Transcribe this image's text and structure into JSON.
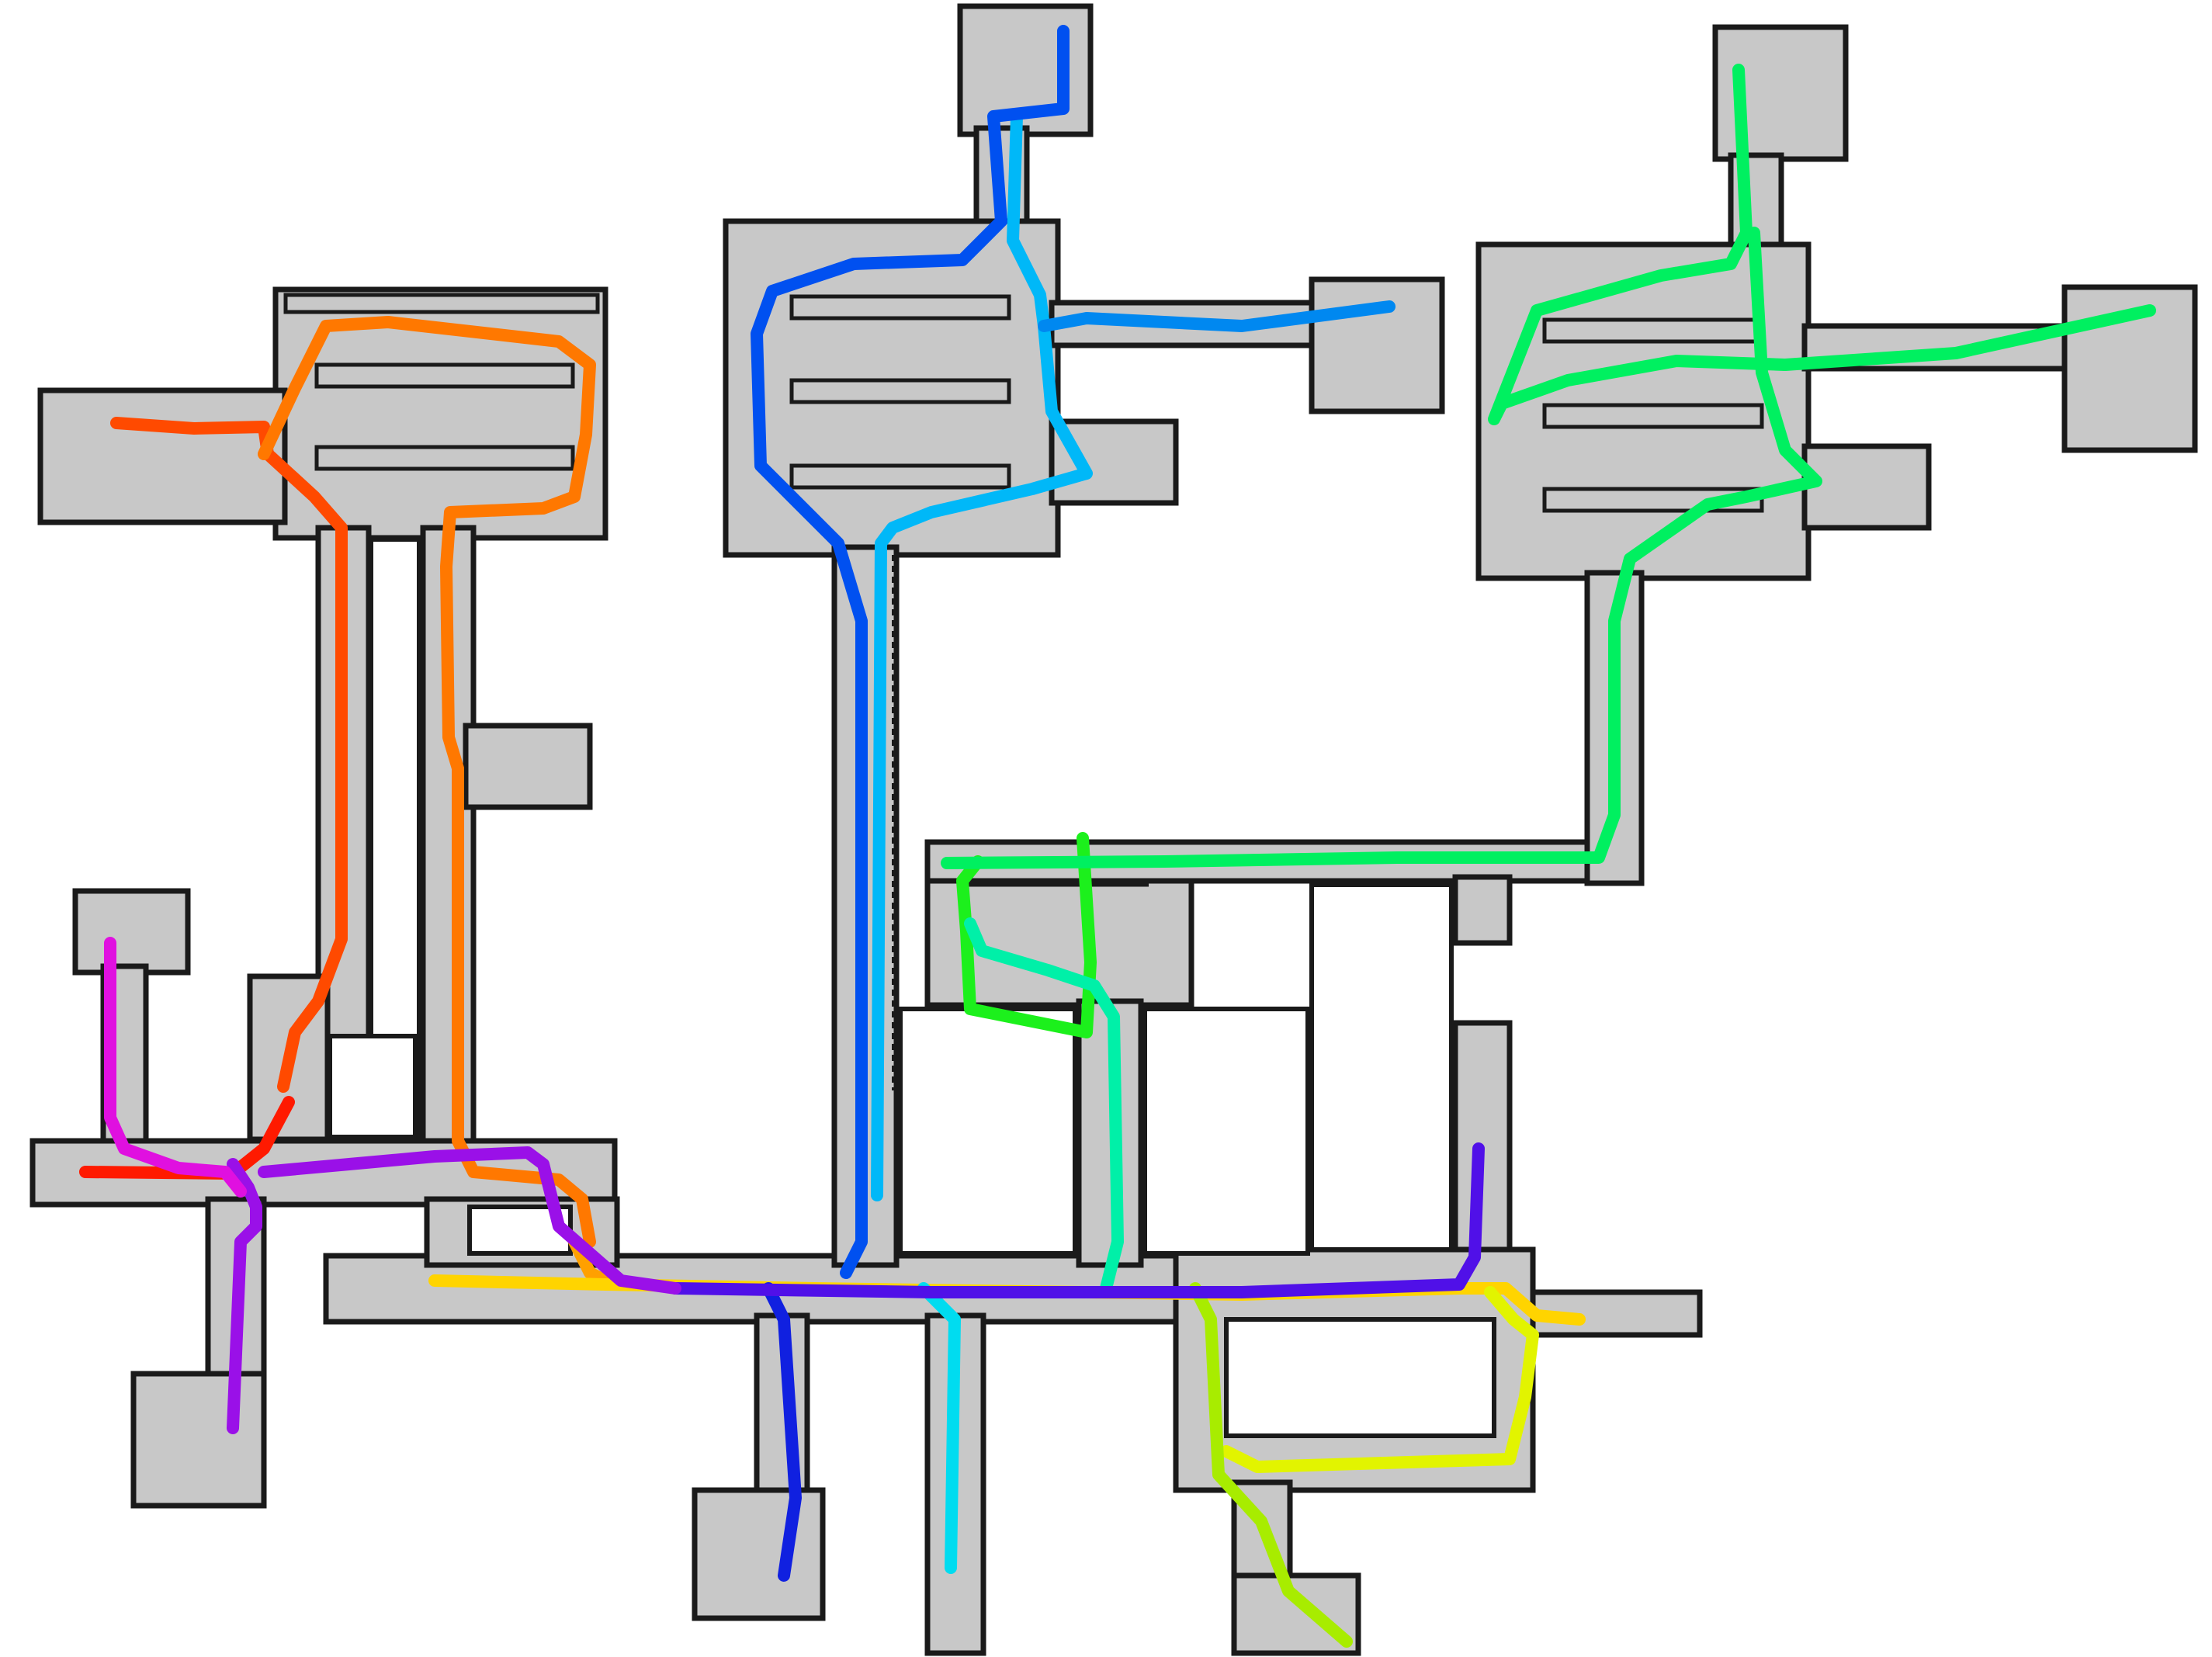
{
  "map": {
    "background": "#ffffff",
    "floor_color": "#c8c8c8",
    "wall_color": "#1a1a1a",
    "trajectory_count": 18
  },
  "trajectories": [
    {
      "id": "red",
      "color": "#ff1a00"
    },
    {
      "id": "red-orange",
      "color": "#ff4a00"
    },
    {
      "id": "orange",
      "color": "#ff7800"
    },
    {
      "id": "amber",
      "color": "#ffa000"
    },
    {
      "id": "yellow",
      "color": "#ffd400"
    },
    {
      "id": "lime",
      "color": "#e2f400"
    },
    {
      "id": "yellow-green",
      "color": "#a8ec00"
    },
    {
      "id": "green",
      "color": "#1cf01c"
    },
    {
      "id": "spring-green",
      "color": "#00f060"
    },
    {
      "id": "aquamarine",
      "color": "#00f0a8"
    },
    {
      "id": "cyan",
      "color": "#00dcf0"
    },
    {
      "id": "sky-blue",
      "color": "#00b8f8"
    },
    {
      "id": "azure",
      "color": "#0088f0"
    },
    {
      "id": "blue",
      "color": "#0050f0"
    },
    {
      "id": "royal-blue",
      "color": "#1020e0"
    },
    {
      "id": "indigo",
      "color": "#5010e8"
    },
    {
      "id": "violet",
      "color": "#9a10e8"
    },
    {
      "id": "magenta",
      "color": "#e010e0"
    }
  ]
}
